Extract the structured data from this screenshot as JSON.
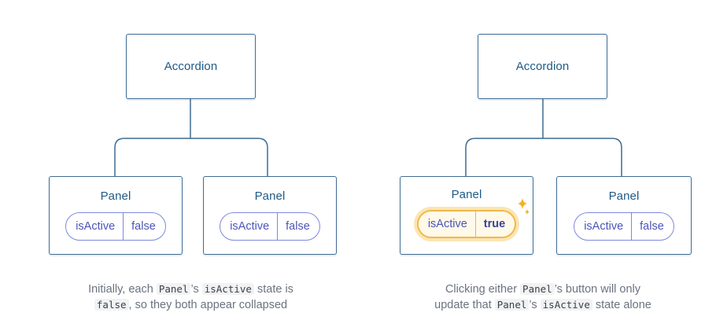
{
  "left": {
    "root_label": "Accordion",
    "panels": [
      {
        "title": "Panel",
        "state_key": "isActive",
        "state_value": "false"
      },
      {
        "title": "Panel",
        "state_key": "isActive",
        "state_value": "false"
      }
    ],
    "caption": {
      "t1": "Initially, each ",
      "c1": "Panel",
      "t2": "’s ",
      "c2": "isActive",
      "t3": " state is",
      "c3": "false",
      "t4": ", so they both appear collapsed"
    }
  },
  "right": {
    "root_label": "Accordion",
    "panels": [
      {
        "title": "Panel",
        "state_key": "isActive",
        "state_value": "true",
        "highlighted": true
      },
      {
        "title": "Panel",
        "state_key": "isActive",
        "state_value": "false"
      }
    ],
    "caption": {
      "t1": "Clicking either ",
      "c1": "Panel",
      "t2": "’s button will only",
      "t3": "update that ",
      "c2": "Panel",
      "t4": "’s ",
      "c3": "isActive",
      "t5": " state alone"
    }
  },
  "colors": {
    "box_border": "#3e6b92",
    "connector": "#3e6b92",
    "pill_border": "#8088dd",
    "highlight": "#f0b94a",
    "sparkle": "#f2b12b"
  },
  "icons": {
    "sparkle": "sparkle-icon"
  }
}
